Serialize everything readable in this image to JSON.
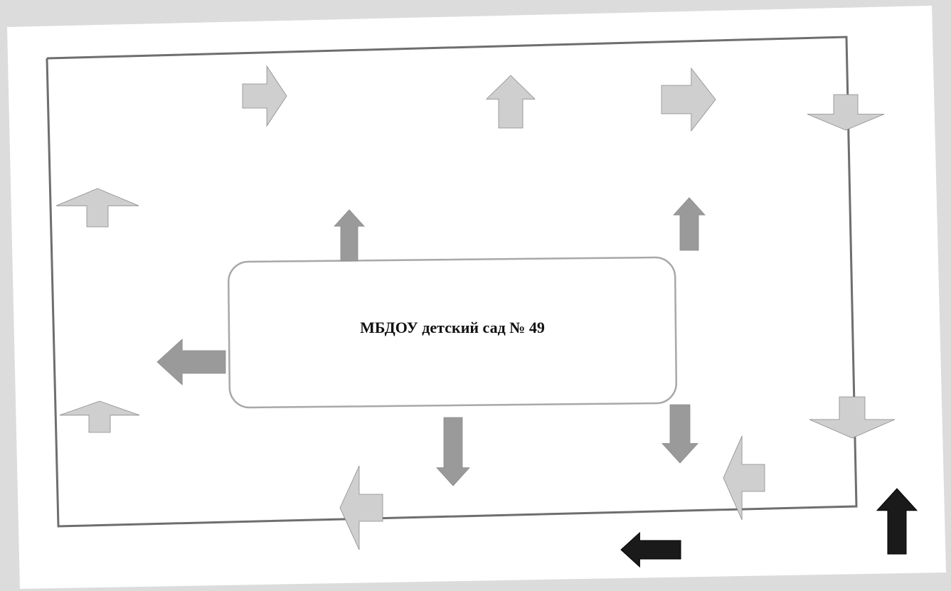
{
  "building": {
    "label": "МБДОУ детский сад № 49"
  },
  "colors": {
    "paper": "#ffffff",
    "page_bg": "#dcdcdc",
    "boundary": "#6e6e6e",
    "building_border": "#a8a8a8",
    "arrow_light": "#cfcfcf",
    "arrow_medium": "#9a9a9a",
    "arrow_dark": "#1a1a1a"
  },
  "arrows": [
    {
      "id": "outer-top-1",
      "direction": "right",
      "shade": "light"
    },
    {
      "id": "outer-top-2",
      "direction": "up",
      "shade": "light"
    },
    {
      "id": "outer-top-3",
      "direction": "right",
      "shade": "light"
    },
    {
      "id": "outer-right-1",
      "direction": "down",
      "shade": "light"
    },
    {
      "id": "outer-left-1",
      "direction": "up",
      "shade": "light"
    },
    {
      "id": "outer-left-2",
      "direction": "up",
      "shade": "light"
    },
    {
      "id": "outer-right-2",
      "direction": "down",
      "shade": "light"
    },
    {
      "id": "outer-bottom-1",
      "direction": "left",
      "shade": "light"
    },
    {
      "id": "outer-bottom-2",
      "direction": "left",
      "shade": "light"
    },
    {
      "id": "inner-1",
      "direction": "up",
      "shade": "medium"
    },
    {
      "id": "inner-2",
      "direction": "up",
      "shade": "medium"
    },
    {
      "id": "inner-3",
      "direction": "left",
      "shade": "medium"
    },
    {
      "id": "inner-4",
      "direction": "down",
      "shade": "medium"
    },
    {
      "id": "inner-5",
      "direction": "down",
      "shade": "medium"
    },
    {
      "id": "exit-1",
      "direction": "up",
      "shade": "dark"
    },
    {
      "id": "exit-2",
      "direction": "left",
      "shade": "dark"
    }
  ]
}
